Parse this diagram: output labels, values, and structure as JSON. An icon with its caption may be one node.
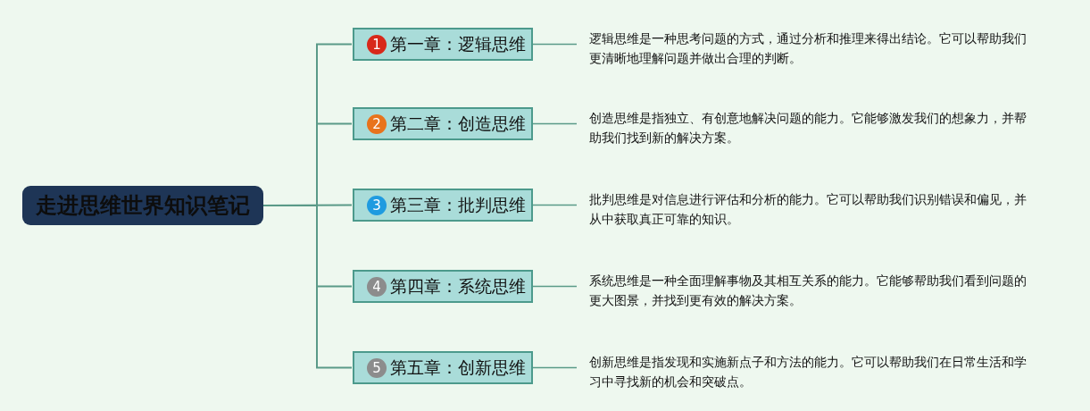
{
  "diagram": {
    "nodes": [
      {
        "text": [
          "走进思维世界知识笔记"
        ]
      },
      {
        "text": [
          "1",
          "第一章：逻辑思维"
        ]
      },
      {
        "text": [
          "2",
          "第二章：创造思维"
        ]
      },
      {
        "text": [
          "3",
          "第三章：批判思维"
        ]
      },
      {
        "text": [
          "4",
          "第四章：系统思维"
        ]
      },
      {
        "text": [
          "5",
          "第五章：创新思维"
        ]
      },
      {
        "text": [
          "逻辑思维是一种思考问题的方式，通过分析和推理来得出结论。它可以帮助我们更清晰地理解问题并做出合理的判断。"
        ]
      },
      {
        "text": [
          "创造思维是指独立、有创意地解决问题的能力。它能够激发我们的想象力，并帮助我们找到新的解决方案。"
        ]
      },
      {
        "text": [
          "批判思维是对信息进行评估和分析的能力。它可以帮助我们识别错误和偏见，并从中获取真正可靠的知识。"
        ]
      },
      {
        "text": [
          "系统思维是一种全面理解事物及其相互关系的能力。它能够帮助我们看到问题的更大图景，并找到更有效的解决方案。"
        ]
      },
      {
        "text": [
          "创新思维是指发现和实施新点子和方法的能力。它可以帮助我们在日常生活和学习中寻找新的机会和突破点。"
        ]
      }
    ],
    "edges": [
      {
        "from": 0,
        "to": 1,
        "arrow": "none"
      },
      {
        "from": 0,
        "to": 2,
        "arrow": "none"
      },
      {
        "from": 0,
        "to": 3,
        "arrow": "none"
      },
      {
        "from": 0,
        "to": 4,
        "arrow": "none"
      },
      {
        "from": 0,
        "to": 5,
        "arrow": "none"
      },
      {
        "from": 1,
        "to": 6,
        "arrow": "none"
      },
      {
        "from": 2,
        "to": 7,
        "arrow": "none"
      },
      {
        "from": 3,
        "to": 8,
        "arrow": "none"
      },
      {
        "from": 4,
        "to": 9,
        "arrow": "none"
      },
      {
        "from": 5,
        "to": 10,
        "arrow": "none"
      }
    ]
  }
}
